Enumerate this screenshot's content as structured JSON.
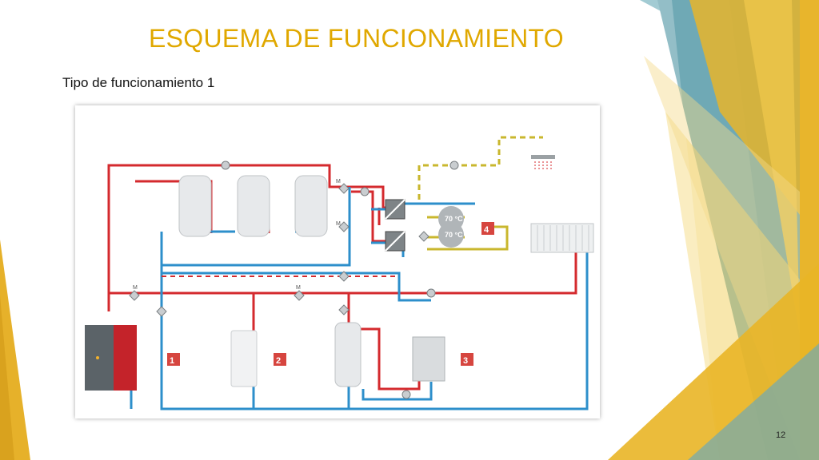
{
  "slide": {
    "title": "ESQUEMA DE FUNCIONAMIENTO",
    "subtitle": "Tipo de funcionamiento 1",
    "page_number": "12"
  },
  "colors": {
    "title": "#E0A800",
    "supply_pipe": "#D42A2E",
    "return_pipe": "#2D8FCB",
    "hot_water_pipe": "#C9B72E",
    "label_box": "#D6453F",
    "deco_teal": "#6FA9B5",
    "deco_gold": "#E8B52C"
  },
  "diagram": {
    "temps": [
      "70 °C",
      "70 °C"
    ],
    "labels": [
      "1",
      "2",
      "3",
      "4"
    ],
    "valve_symbol": "M"
  }
}
